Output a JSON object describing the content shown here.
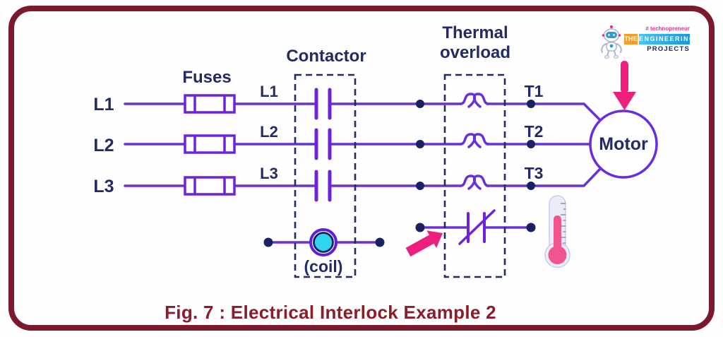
{
  "caption": "Fig. 7 : Electrical Interlock Example 2",
  "diagram": {
    "fuses_title": "Fuses",
    "contactor_title": "Contactor",
    "thermal_title": "Thermal\noverload",
    "coil_label": "(coil)",
    "motor_label": "Motor",
    "rows": [
      {
        "input": "L1",
        "phase": "L1",
        "output": "T1"
      },
      {
        "input": "L2",
        "phase": "L2",
        "output": "T2"
      },
      {
        "input": "L3",
        "phase": "L3",
        "output": "T3"
      }
    ]
  },
  "logo": {
    "tagline": "# technopreneur",
    "badge_the": "THE",
    "badge_engineering": "ENGINEERING",
    "badge_projects": "PROJECTS"
  },
  "colors": {
    "frame": "#7A1A2B",
    "caption_text": "#8C1C28",
    "wire_purple": "#6930D8",
    "label_navy": "#232B66",
    "junction_navy": "#1B2060",
    "accent_pink": "#EC1E7E",
    "coil_fill": "#2FD4EE",
    "logo_orange": "#F69D27",
    "logo_cyan": "#2FB4E8"
  }
}
